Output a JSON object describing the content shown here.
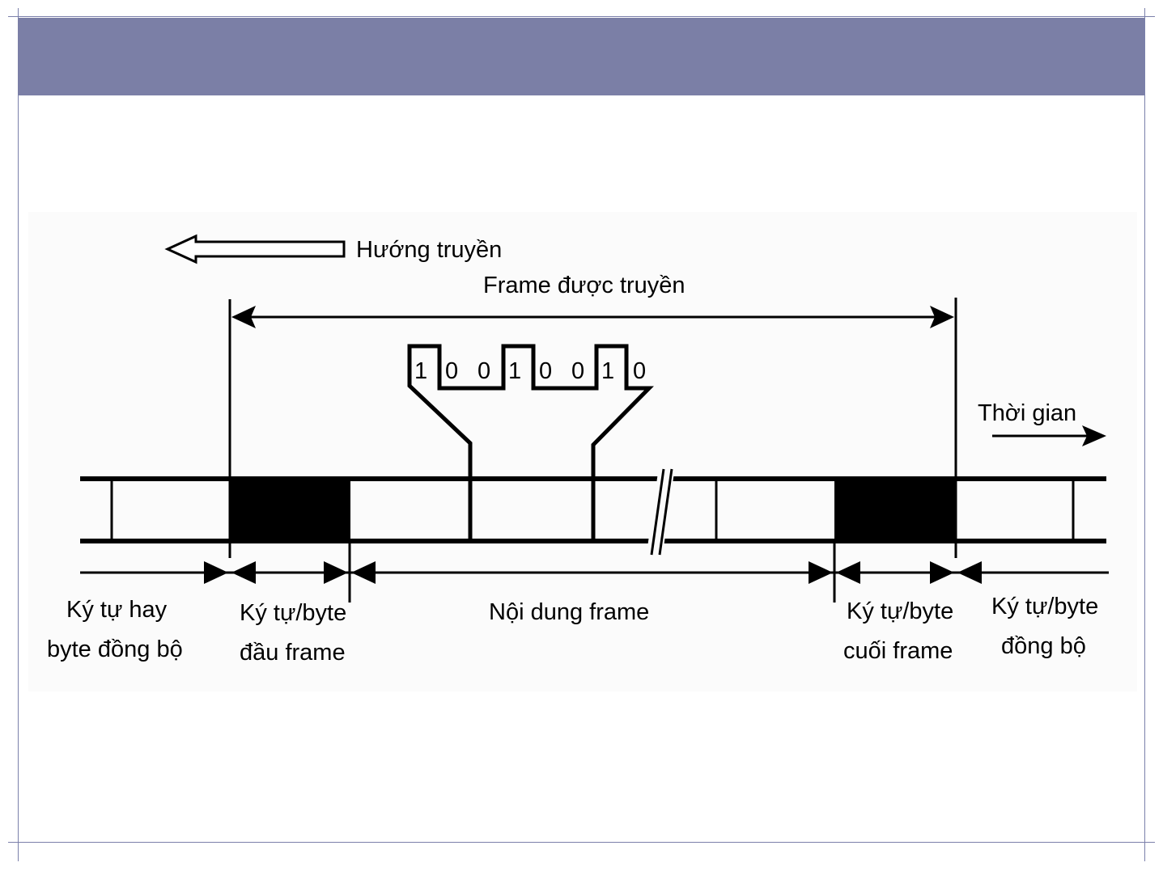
{
  "header": {
    "color": "#7b7fa6"
  },
  "diagram": {
    "direction_label": "Hướng truyền",
    "frame_label": "Frame được truyền",
    "time_label": "Thời gian",
    "bits": [
      "1",
      "0",
      "0",
      "1",
      "0",
      "0",
      "1",
      "0"
    ],
    "segments": {
      "sync_left": [
        "Ký tự hay",
        "byte đồng bộ"
      ],
      "start_byte": [
        "Ký tự/byte",
        "đầu frame"
      ],
      "content": "Nội dung frame",
      "end_byte": [
        "Ký tự/byte",
        "cuối frame"
      ],
      "sync_right": [
        "Ký tự/byte",
        "đồng bộ"
      ]
    }
  }
}
